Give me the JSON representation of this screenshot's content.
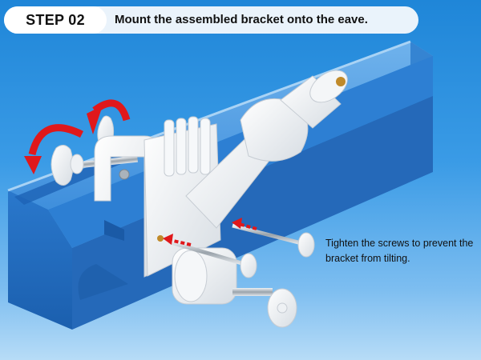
{
  "header": {
    "step_label": "STEP 02",
    "instruction": "Mount the assembled bracket onto the eave."
  },
  "callout": {
    "text": "Tighten the screws to prevent the bracket from tilting."
  },
  "icons": [
    "rotate-arrow-icon",
    "push-arrow-icon"
  ],
  "colors": {
    "rail_blue": "#2f7fd0",
    "arrow_red": "#e0181b",
    "bracket_white": "#f4f6f8"
  }
}
